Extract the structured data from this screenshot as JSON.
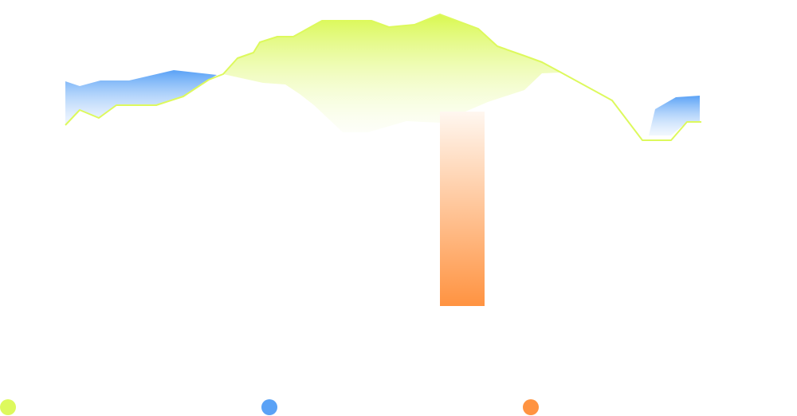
{
  "chart_data": {
    "type": "area",
    "series": [
      {
        "color": "#ddf95d",
        "style": "line-with-gradient-area",
        "points": [
          [
            82,
            157
          ],
          [
            100,
            138
          ],
          [
            124,
            148
          ],
          [
            146,
            132
          ],
          [
            196,
            132
          ],
          [
            230,
            121
          ],
          [
            262,
            100
          ],
          [
            280,
            93
          ],
          [
            298,
            73
          ],
          [
            318,
            66
          ],
          [
            326,
            53
          ],
          [
            348,
            46
          ],
          [
            368,
            46
          ],
          [
            404,
            26
          ],
          [
            466,
            26
          ],
          [
            488,
            34
          ],
          [
            520,
            31
          ],
          [
            552,
            18
          ],
          [
            600,
            36
          ],
          [
            624,
            58
          ],
          [
            658,
            70
          ],
          [
            680,
            78
          ],
          [
            704,
            91
          ],
          [
            768,
            126
          ],
          [
            806,
            176
          ],
          [
            842,
            176
          ],
          [
            862,
            153
          ],
          [
            880,
            153
          ]
        ],
        "lower": [
          [
            280,
            93
          ],
          [
            330,
            104
          ],
          [
            358,
            106
          ],
          [
            376,
            118
          ],
          [
            394,
            132
          ],
          [
            430,
            166
          ],
          [
            462,
            166
          ],
          [
            510,
            152
          ],
          [
            552,
            154
          ],
          [
            584,
            140
          ],
          [
            612,
            128
          ],
          [
            658,
            113
          ],
          [
            680,
            92
          ],
          [
            704,
            91
          ]
        ]
      },
      {
        "color": "#5aa2f6",
        "style": "gradient-area",
        "segments": [
          {
            "upper": [
              [
                82,
                102
              ],
              [
                100,
                108
              ],
              [
                126,
                101
              ],
              [
                162,
                101
              ],
              [
                218,
                88
              ],
              [
                272,
                94
              ]
            ],
            "lower": [
              [
                82,
                157
              ],
              [
                100,
                138
              ],
              [
                124,
                148
              ],
              [
                146,
                132
              ],
              [
                196,
                132
              ],
              [
                230,
                121
              ],
              [
                262,
                100
              ],
              [
                272,
                94
              ]
            ]
          },
          {
            "upper": [
              [
                814,
                170
              ],
              [
                822,
                137
              ],
              [
                848,
                122
              ],
              [
                878,
                120
              ],
              [
                878,
                153
              ]
            ],
            "lower": [
              [
                814,
                170
              ],
              [
                842,
                170
              ],
              [
                862,
                153
              ],
              [
                878,
                153
              ]
            ]
          }
        ]
      },
      {
        "color": "#ff9341",
        "style": "gradient-bar",
        "bar": {
          "x0": 552,
          "x1": 608,
          "top": 140,
          "bottom": 384
        }
      }
    ],
    "legend": [
      {
        "name": "",
        "color": "#ddf95d"
      },
      {
        "name": "",
        "color": "#5aa2f6"
      },
      {
        "name": "",
        "color": "#ff9341"
      }
    ],
    "legend_placement": "bottom",
    "grid": false
  }
}
